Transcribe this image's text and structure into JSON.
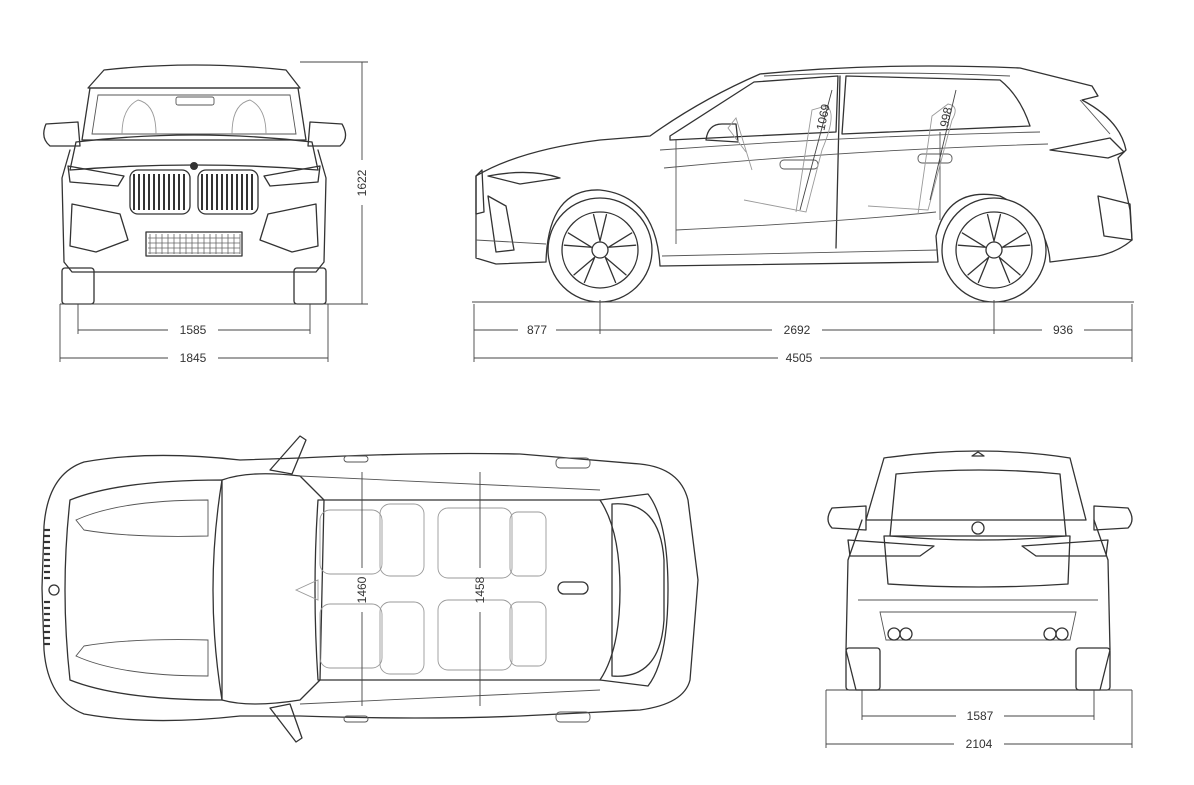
{
  "dimensions": {
    "front_track": "1585",
    "width": "1845",
    "height": "1622",
    "front_overhang": "877",
    "wheelbase": "2692",
    "rear_overhang": "936",
    "length": "4505",
    "front_headroom": "1069",
    "rear_headroom": "998",
    "front_shoulder_width": "1460",
    "rear_shoulder_width": "1458",
    "rear_track": "1587",
    "width_with_mirrors": "2104"
  },
  "views": [
    "front-view",
    "side-view",
    "top-view",
    "rear-view"
  ]
}
